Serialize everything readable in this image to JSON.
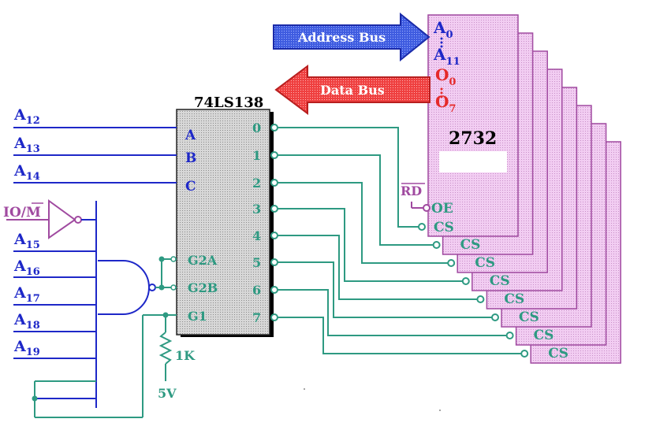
{
  "colors": {
    "blue": "#1e28c8",
    "teal": "#2e9a82",
    "red": "#e52a2a",
    "purple": "#a04aa0",
    "chip_fill": "#d7d7d7",
    "mem_fill": "#f0c8f0"
  },
  "address_lines": [
    {
      "base": "A",
      "sub": "12"
    },
    {
      "base": "A",
      "sub": "13"
    },
    {
      "base": "A",
      "sub": "14"
    }
  ],
  "gate_lines": [
    {
      "base": "A",
      "sub": "15"
    },
    {
      "base": "A",
      "sub": "16"
    },
    {
      "base": "A",
      "sub": "17"
    },
    {
      "base": "A",
      "sub": "18"
    },
    {
      "base": "A",
      "sub": "19"
    }
  ],
  "iom": {
    "io": "IO/",
    "m": "M"
  },
  "decoder": {
    "name": "74LS138",
    "inputs": [
      "A",
      "B",
      "C"
    ],
    "enables": [
      "G2A",
      "G2B",
      "G1"
    ],
    "outputs": [
      "0",
      "1",
      "2",
      "3",
      "4",
      "5",
      "6",
      "7"
    ]
  },
  "resistor": {
    "value": "1K",
    "supply": "5V"
  },
  "buses": {
    "address": "Address  Bus",
    "data": "Data  Bus"
  },
  "memory": {
    "chip": "2732",
    "addr_top": {
      "base": "A",
      "sub": "0"
    },
    "addr_bottom": {
      "base": "A",
      "sub": "11"
    },
    "data_top": {
      "base": "O",
      "sub": "0"
    },
    "data_bottom": {
      "base": "O",
      "sub": "7"
    },
    "rd": "RD",
    "oe": "OE",
    "cs": "CS",
    "count": 8
  }
}
